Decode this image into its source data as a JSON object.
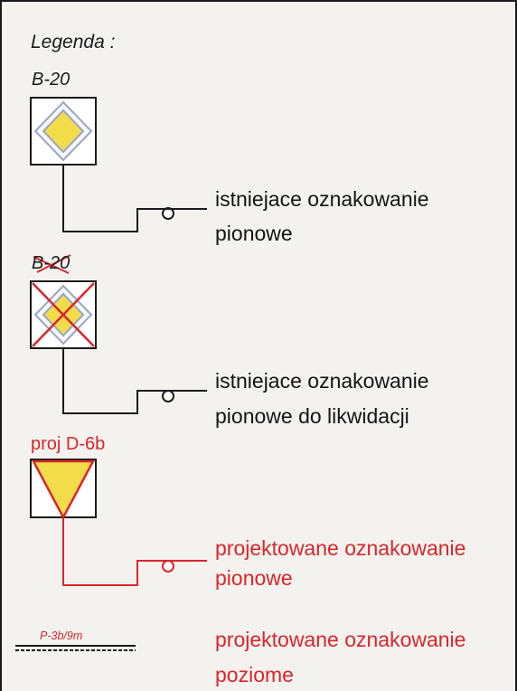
{
  "legend": {
    "title": "Legenda :",
    "items": [
      {
        "code": "B-20",
        "desc_line1": "istniejace oznakowanie",
        "desc_line2": "pionowe"
      },
      {
        "code": "B-20",
        "desc_line1": "istniejace oznakowanie",
        "desc_line2": "pionowe do likwidacji"
      },
      {
        "code": "proj D-6b",
        "desc_line1": "projektowane oznakowanie",
        "desc_line2": "pionowe"
      },
      {
        "code": "P-3b/9m",
        "desc_line1": "projektowane oznakowanie",
        "desc_line2": "poziome"
      }
    ]
  },
  "colors": {
    "accent_red": "#d9262b",
    "sign_yellow": "#f2dc4a",
    "diamond_outline": "#9aa6c6",
    "line_black": "#1b1b1b"
  }
}
